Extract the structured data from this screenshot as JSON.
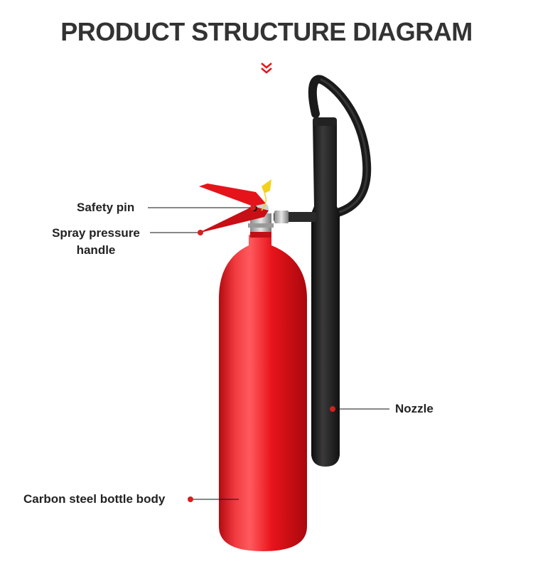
{
  "header": {
    "title": "PRODUCT STRUCTURE DIAGRAM"
  },
  "icons": {
    "divider": "double-chevron-down-icon"
  },
  "colors": {
    "body_red": "#e8141b",
    "hose_black": "#1e1e1e",
    "marker_red": "#d81e1e",
    "seal_yellow": "#f2d21a",
    "title_gray": "#333333"
  },
  "labels": {
    "safety_pin": "Safety pin",
    "spray_handle_line1": "Spray pressure",
    "spray_handle_line2": "handle",
    "nozzle": "Nozzle",
    "bottle_body": "Carbon steel bottle body"
  }
}
